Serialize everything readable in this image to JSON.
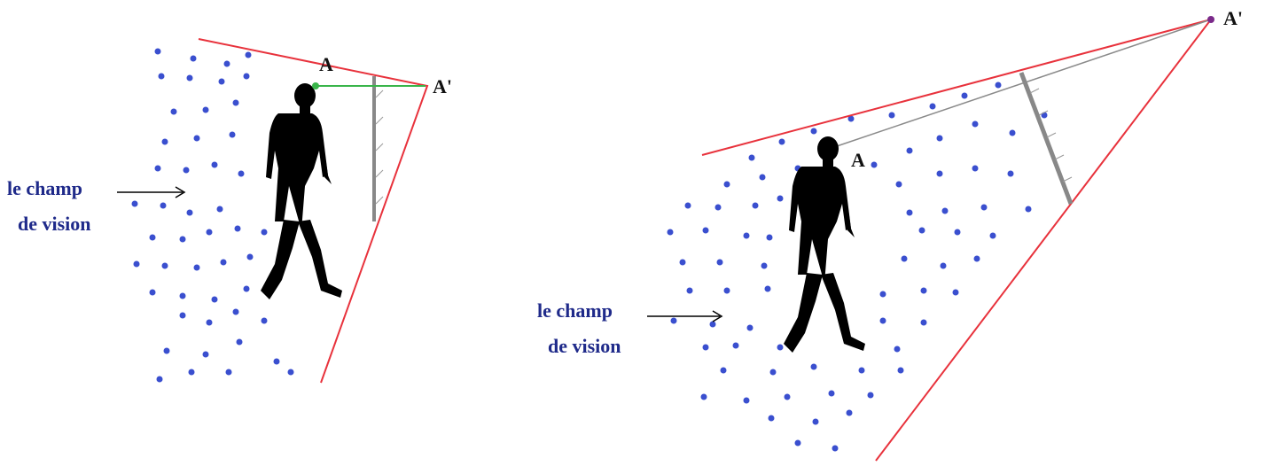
{
  "colors": {
    "field_line": "#e8323c",
    "dots": "#3a4fcf",
    "label_text": "#1f2a8a",
    "ray_left": "#39b54a",
    "ray_right": "#8a8a8a",
    "mirror": "#888888",
    "silhouette": "#000000"
  },
  "left_panel": {
    "label_line1": "le champ",
    "label_line2": "de vision",
    "eye_label": "A",
    "image_label": "A'"
  },
  "right_panel": {
    "label_line1": "le champ",
    "label_line2": "de vision",
    "eye_label": "A",
    "image_label": "A'"
  },
  "icons": [
    "walking-man-silhouette-icon",
    "mirror-icon",
    "arrow-right-icon"
  ]
}
